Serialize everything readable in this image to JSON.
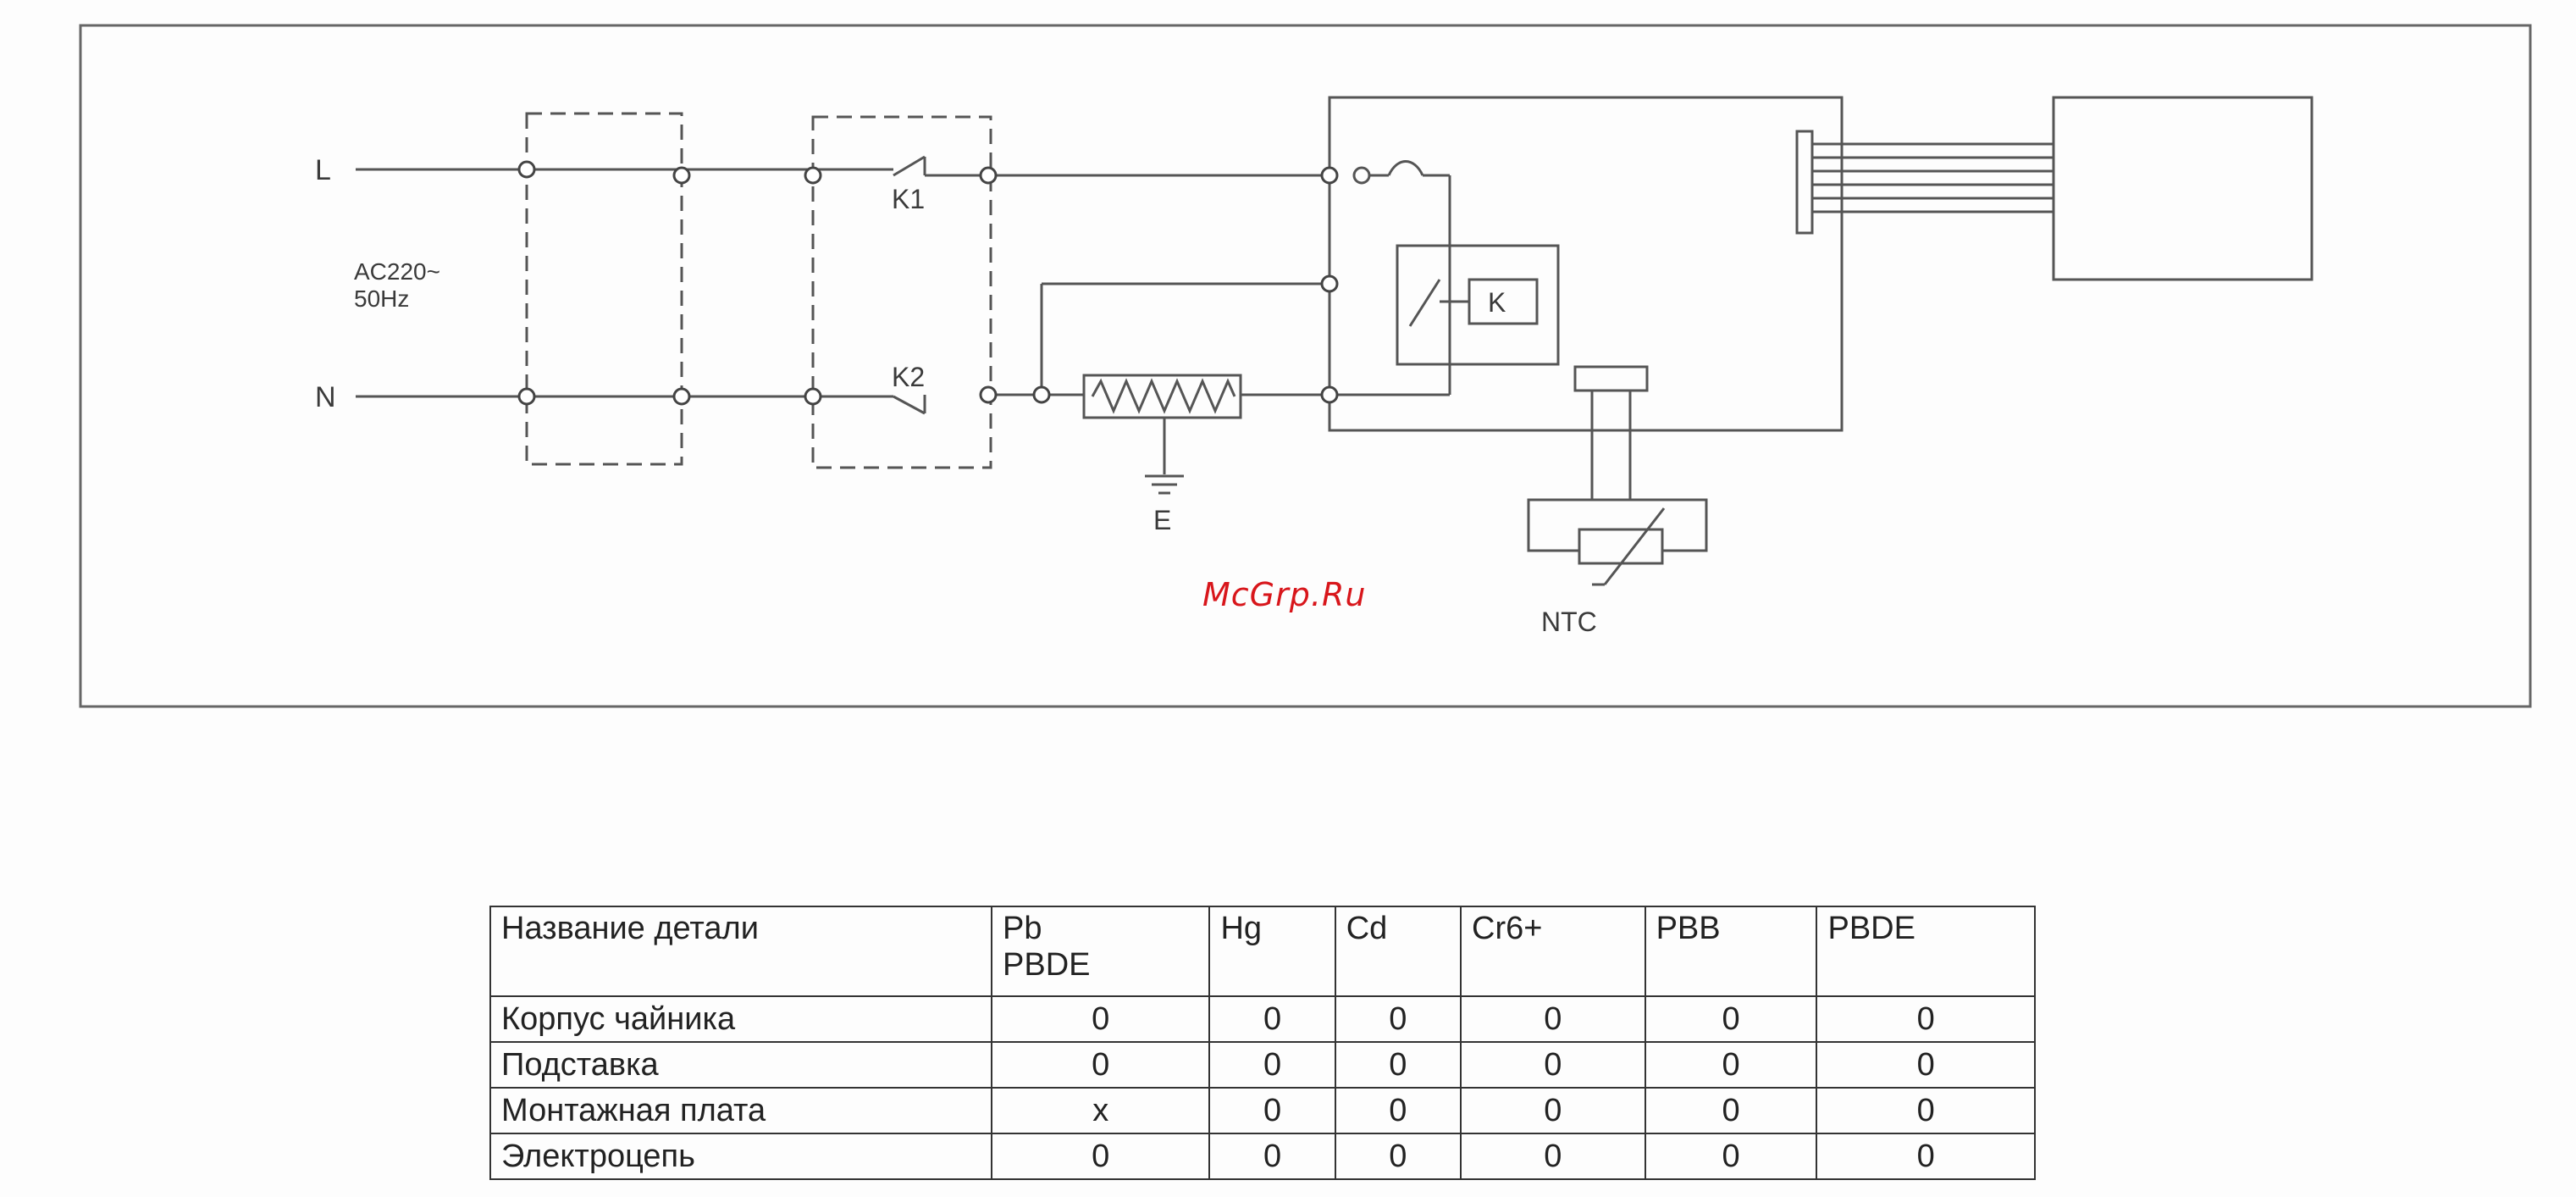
{
  "diagram": {
    "labels": {
      "line": "L",
      "neutral": "N",
      "supply_line1": "AC220~",
      "supply_line2": "50Hz",
      "switch1": "K1",
      "switch2": "K2",
      "earth": "E",
      "relay": "K",
      "thermistor": "NTC"
    }
  },
  "watermark": "McGrp.Ru",
  "table": {
    "header_first": "Название детали",
    "header_cells": [
      {
        "top": "Pb",
        "bottom": "PBDE"
      },
      {
        "top": "Hg",
        "bottom": ""
      },
      {
        "top": "Cd",
        "bottom": ""
      },
      {
        "top": "Cr6+",
        "bottom": ""
      },
      {
        "top": "PBB",
        "bottom": ""
      },
      {
        "top": "PBDE",
        "bottom": ""
      }
    ],
    "rows": [
      {
        "name": "Корпус чайника",
        "values": [
          "0",
          "0",
          "0",
          "0",
          "0",
          "0"
        ]
      },
      {
        "name": "Подставка",
        "values": [
          "0",
          "0",
          "0",
          "0",
          "0",
          "0"
        ]
      },
      {
        "name": "Монтажная плата",
        "values": [
          "x",
          "0",
          "0",
          "0",
          "0",
          "0"
        ]
      },
      {
        "name": "Электроцепь",
        "values": [
          "0",
          "0",
          "0",
          "0",
          "0",
          "0"
        ]
      }
    ]
  }
}
